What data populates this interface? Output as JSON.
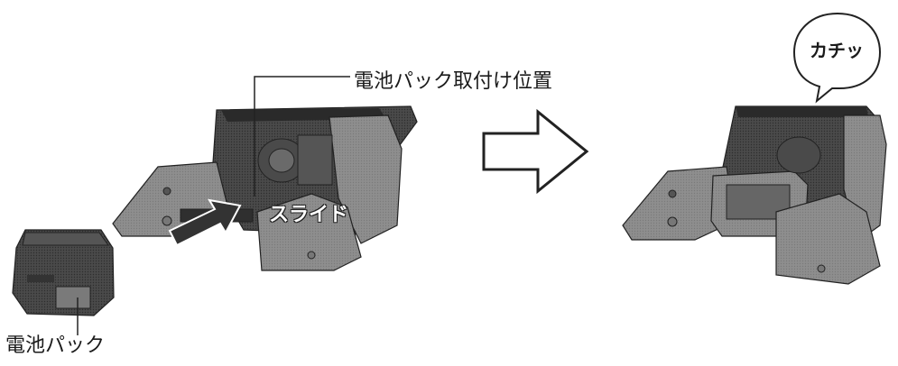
{
  "labels": {
    "mount_position": "電池パック取付け位置",
    "battery_pack": "電池パック",
    "slide": "スライド",
    "click_sound": "カチッ"
  },
  "colors": {
    "machine_light": "#9a9a9a",
    "machine_mid": "#6e6e6e",
    "machine_dark": "#3a3a3a",
    "line": "#222222"
  }
}
